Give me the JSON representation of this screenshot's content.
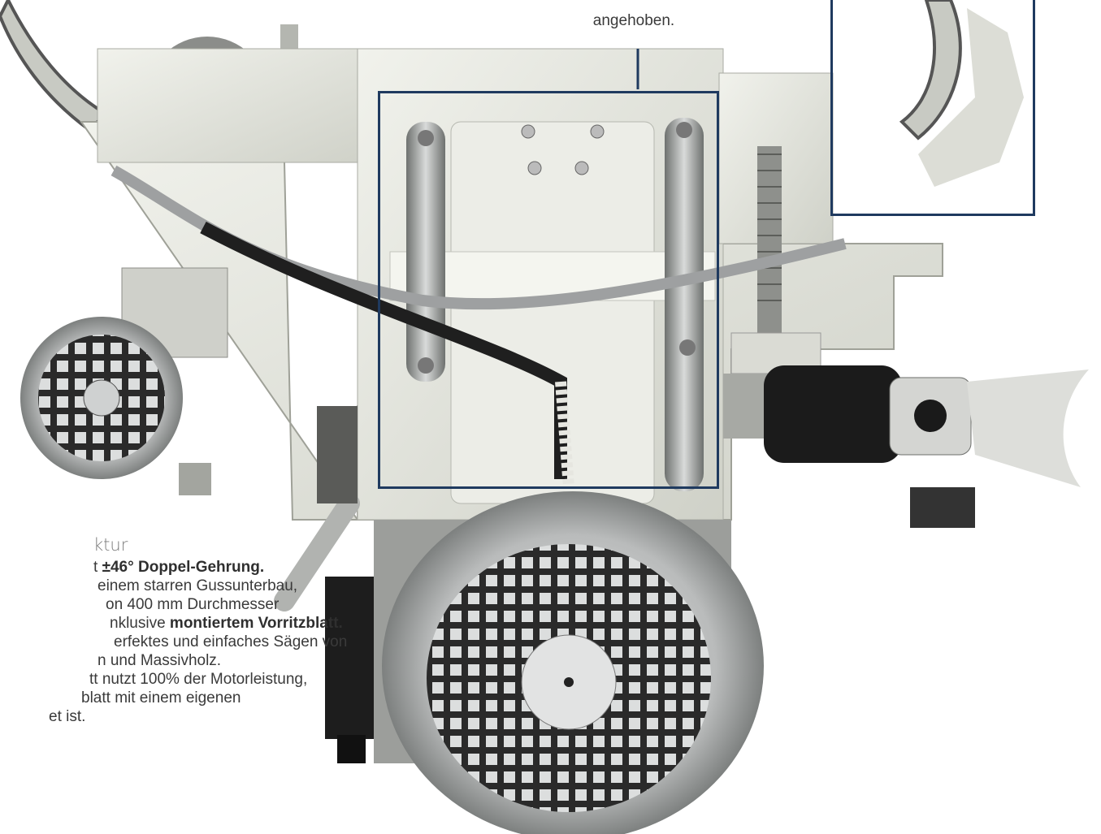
{
  "callout": {
    "text": "angehoben."
  },
  "feature": {
    "heading": "ktur",
    "lines": [
      {
        "pre": "t ",
        "bold": "±46° Doppel-Gehrung.",
        "post": ""
      },
      {
        "pre": "einem starren Gussunterbau,",
        "bold": "",
        "post": ""
      },
      {
        "pre": "on 400 mm Durchmesser",
        "bold": "",
        "post": ""
      },
      {
        "pre": "nklusive ",
        "bold": "montiertem Vorritzblatt.",
        "post": ""
      },
      {
        "pre": "erfektes und einfaches Sägen von",
        "bold": "",
        "post": ""
      },
      {
        "pre": "n und Massivholz.",
        "bold": "",
        "post": ""
      },
      {
        "pre": "tt nutzt 100% der Motorleistung,",
        "bold": "",
        "post": ""
      },
      {
        "pre": "blatt mit einem eigenen",
        "bold": "",
        "post": ""
      },
      {
        "pre": "et ist.",
        "bold": "",
        "post": ""
      }
    ]
  },
  "colors": {
    "highlight_frame": "#1f3a5f",
    "machine_body": "#e7e8e2",
    "machine_shadow": "#bfc1b9",
    "metal": "#a9abaa",
    "dark": "#222222"
  },
  "icons": [
    "motor-fan-cover-icon",
    "gear-motor-icon"
  ]
}
